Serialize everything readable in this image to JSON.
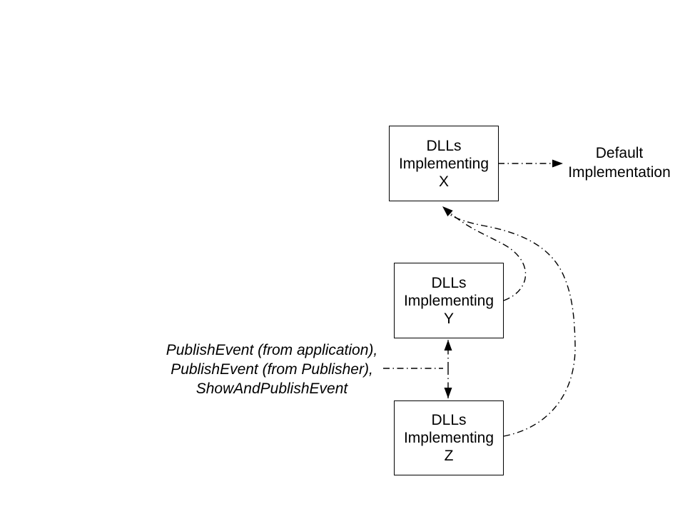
{
  "diagram": {
    "boxes": {
      "x": {
        "label": "DLLs\nImplementing\nX"
      },
      "y": {
        "label": "DLLs\nImplementing\nY"
      },
      "z": {
        "label": "DLLs\nImplementing\nZ"
      }
    },
    "labels": {
      "default_implementation": "Default\nImplementation",
      "publish_events": "PublishEvent (from application),\nPublishEvent (from Publisher),\nShowAndPublishEvent"
    },
    "connectors": {
      "x_to_default": "dash-dot arrow from box X right edge to Default Implementation label",
      "y_z_double_arrow": "vertical dash-dot double-headed arrow between box Y and box Z",
      "publish_leader": "horizontal dash-dot leader line from publish-events label to the Y-Z arrow",
      "y_to_x_curve": "curved dash-dot arrow from box Y right edge to bottom of box X",
      "z_to_x_curve": "curved dash-dot arrow from box Z right edge to bottom of box X"
    },
    "colors": {
      "line": "#000000",
      "text": "#000000",
      "background": "#ffffff"
    }
  }
}
